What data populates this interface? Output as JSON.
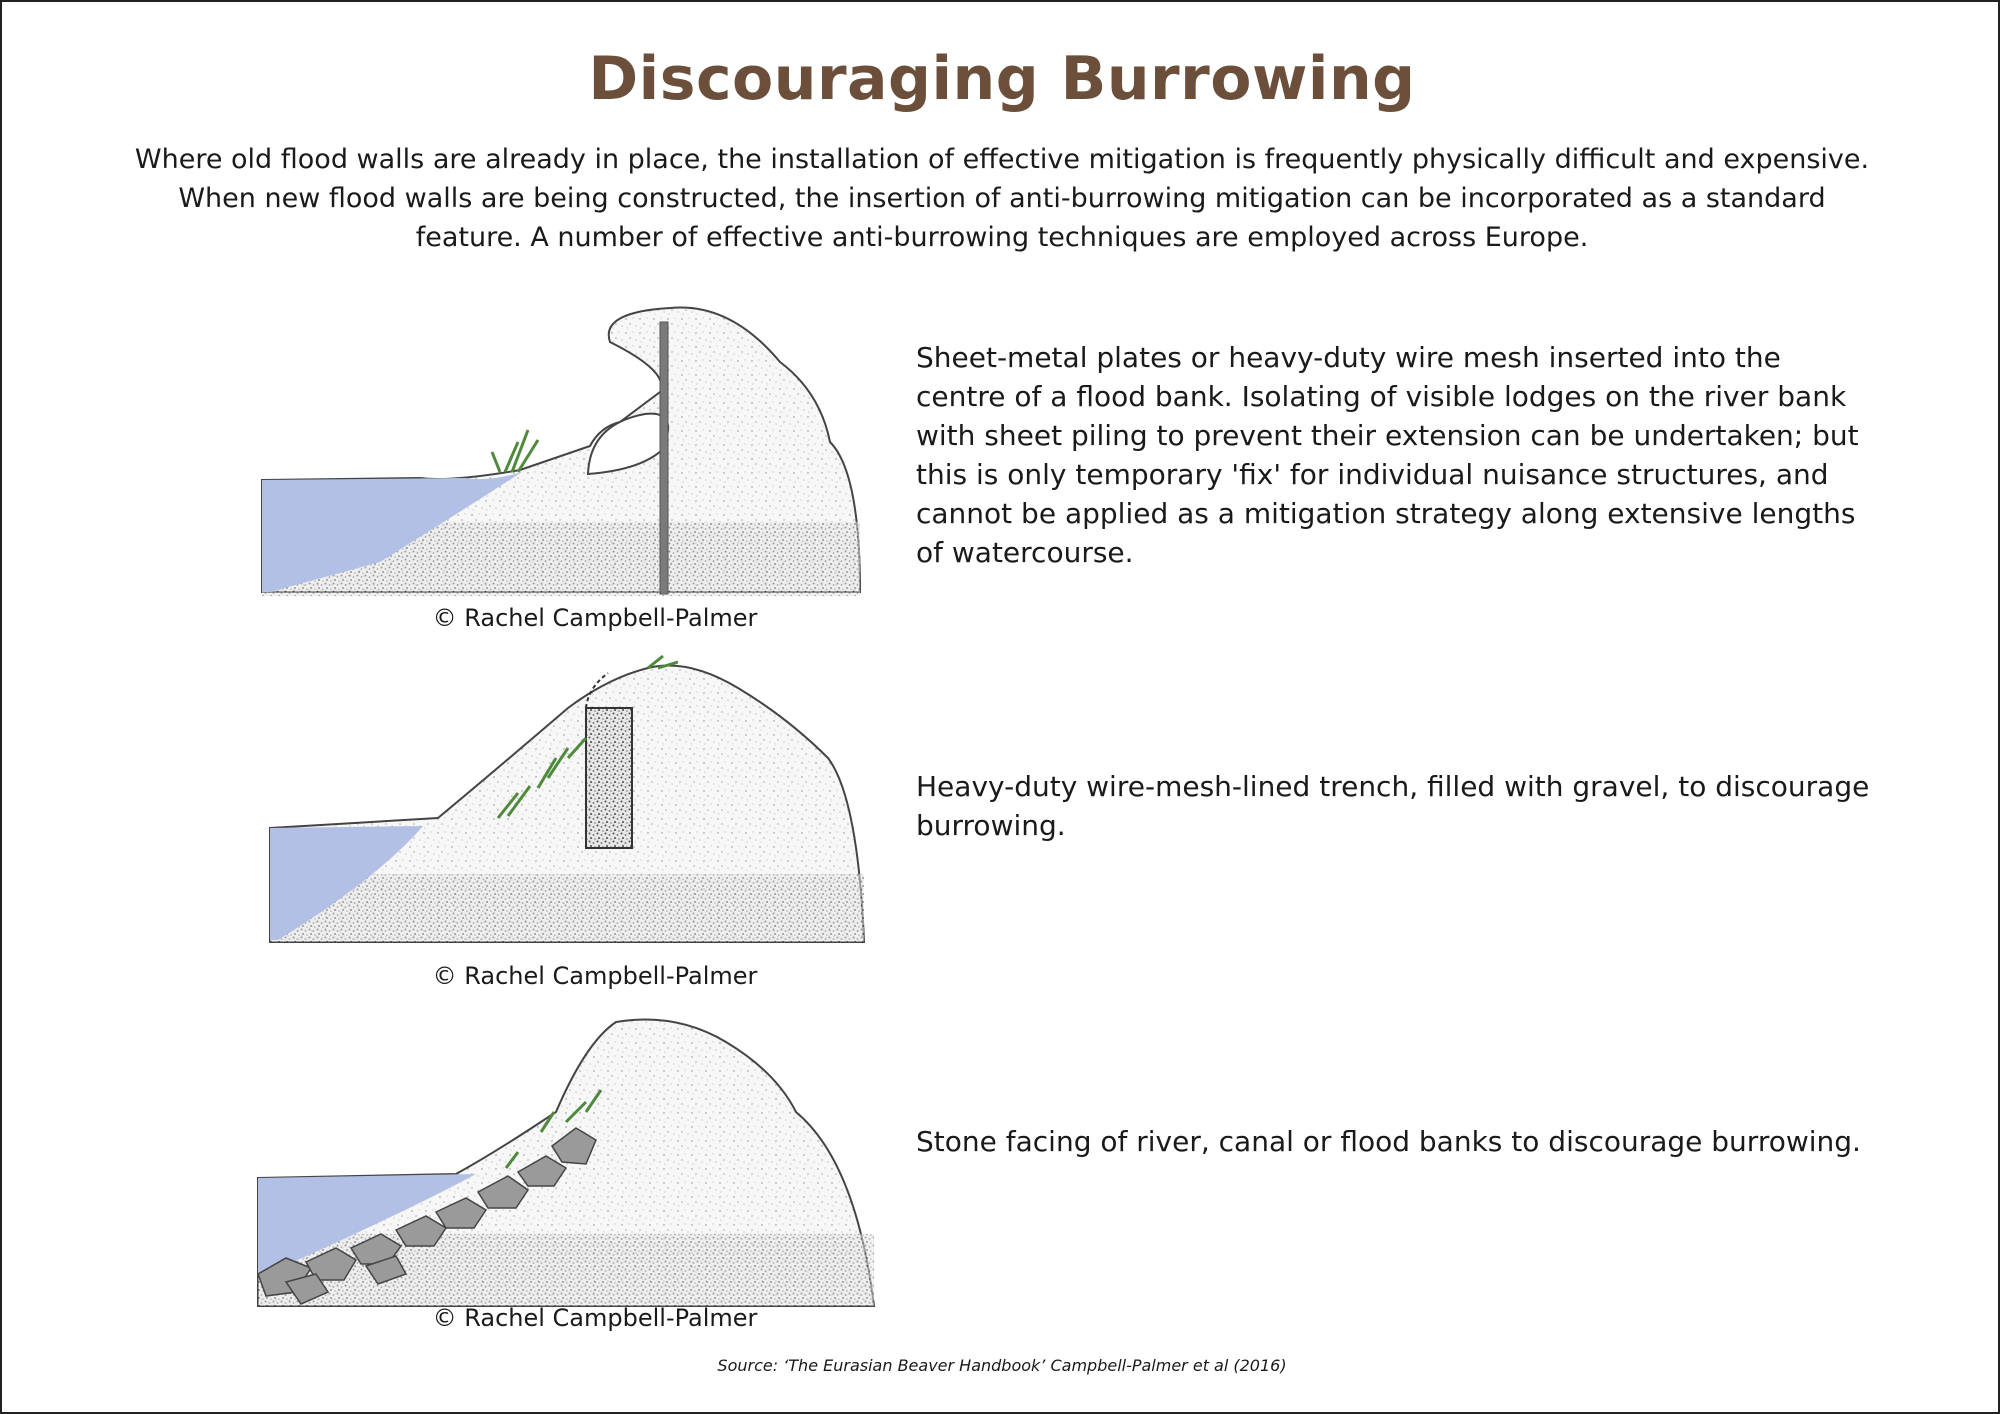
{
  "title": "Discouraging Burrowing",
  "intro": "Where old flood walls are already in place, the installation of effective mitigation is frequently physically difficult and expensive. When new flood walls are being constructed, the insertion of anti-burrowing mitigation can be incorporated as a standard feature. A number of effective anti-burrowing techniques  are employed across Europe.",
  "sections": [
    {
      "credit": "© Rachel Campbell-Palmer",
      "description": "Sheet-metal plates or heavy-duty wire mesh inserted into the centre of a flood bank. Isolating of visible lodges on the river bank with sheet piling to prevent their extension can be undertaken; but this is only temporary 'fix' for individual nuisance structures, and cannot be applied as a mitigation strategy along extensive lengths of watercourse."
    },
    {
      "credit": "© Rachel Campbell-Palmer",
      "description": "Heavy-duty wire-mesh-lined trench, filled with gravel, to discourage burrowing."
    },
    {
      "credit": "© Rachel Campbell-Palmer",
      "description": "Stone facing of river, canal or flood banks to discourage burrowing."
    }
  ],
  "source": "Source: ‘The Eurasian Beaver Handbook’ Campbell-Palmer et al (2016)",
  "colors": {
    "title": "#6b4f3a",
    "water": "#b3c0e6",
    "soil_light": "#f2f2f2",
    "soil_dark": "#7a7a7a",
    "grass": "#4f8a3c",
    "stone": "#9a9a9a"
  },
  "icons": {
    "figure_1": "flood-bank-sheet-metal-plate-illustration",
    "figure_2": "flood-bank-mesh-trench-illustration",
    "figure_3": "flood-bank-stone-facing-illustration"
  }
}
